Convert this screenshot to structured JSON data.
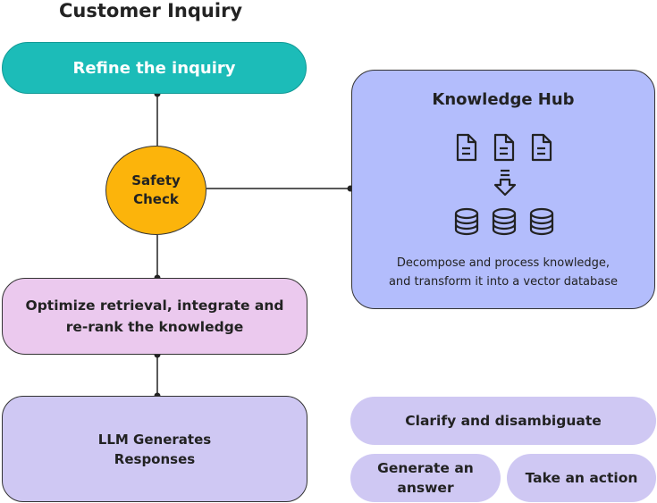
{
  "diagram": {
    "title": "Customer Inquiry",
    "refine_label": "Refine the inquiry",
    "safety_label_line1": "Safety",
    "safety_label_line2": "Check",
    "optimize_label_line1": "Optimize retrieval, integrate and",
    "optimize_label_line2": "re-rank the knowledge",
    "llm_label_line1": "LLM Generates",
    "llm_label_line2": "Responses",
    "hub": {
      "title": "Knowledge Hub",
      "desc_line1": "Decompose and process knowledge,",
      "desc_line2": "and transform it into a vector database",
      "document_icon_count": 3,
      "database_icon_count": 3
    },
    "actions": {
      "clarify": "Clarify and disambiguate",
      "generate_line1": "Generate an",
      "generate_line2": "answer",
      "take": "Take an action"
    },
    "colors": {
      "refine": "#1cbcb8",
      "safety": "#fcb40b",
      "optimize": "#ebc9ee",
      "llm": "#cfc8f3",
      "hub": "#b3bdfc",
      "actions": "#cfc8f3"
    }
  }
}
